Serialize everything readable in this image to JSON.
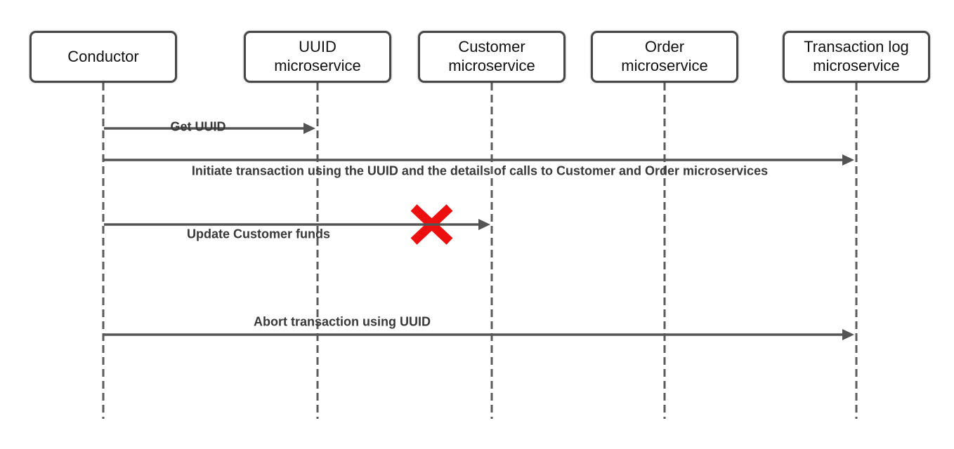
{
  "diagram": {
    "kind": "sequence-diagram",
    "colors": {
      "background": "#ffffff",
      "lifeline": "#5b5b5b",
      "arrow": "#545454",
      "label_text": "#383838",
      "box_border": "#474747",
      "box_fill": "#ffffff",
      "box_text": "#111111",
      "error_x": "#ed0f0f"
    },
    "actors": [
      {
        "label": "Conductor",
        "lines": [
          "Conductor"
        ]
      },
      {
        "label": "UUID microservice",
        "lines": [
          "UUID",
          "microservice"
        ]
      },
      {
        "label": "Customer microservice",
        "lines": [
          "Customer",
          "microservice"
        ]
      },
      {
        "label": "Order microservice",
        "lines": [
          "Order",
          "microservice"
        ]
      },
      {
        "label": "Transaction log microservice",
        "lines": [
          "Transaction log",
          "microservice"
        ]
      }
    ],
    "messages": [
      {
        "label": "Get UUID",
        "from": "Conductor",
        "to": "UUID microservice",
        "status": "ok"
      },
      {
        "label": "Initiate transaction using the UUID and the details of calls to Customer and Order microservices",
        "from": "Conductor",
        "to": "Transaction log microservice",
        "status": "ok"
      },
      {
        "label": "Update Customer funds",
        "from": "Conductor",
        "to": "Customer microservice",
        "status": "failed"
      },
      {
        "label": "Abort transaction using UUID",
        "from": "Conductor",
        "to": "Transaction log microservice",
        "status": "ok"
      }
    ]
  }
}
